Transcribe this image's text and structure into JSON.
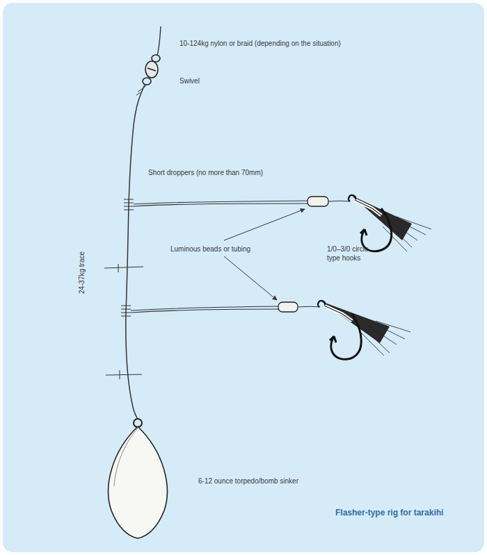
{
  "diagram": {
    "caption": "Flasher-type rig for tarakihi",
    "labels": [
      "10-124kg nylon or braid (depending on the situation)",
      "Swivel",
      "Short droppers (no more than 70mm)",
      "Luminous beads or tubing",
      "1/0–3/0 circle type hooks",
      "24-37kg trace",
      "6-12 ounce torpedo/bomb sinker"
    ]
  }
}
